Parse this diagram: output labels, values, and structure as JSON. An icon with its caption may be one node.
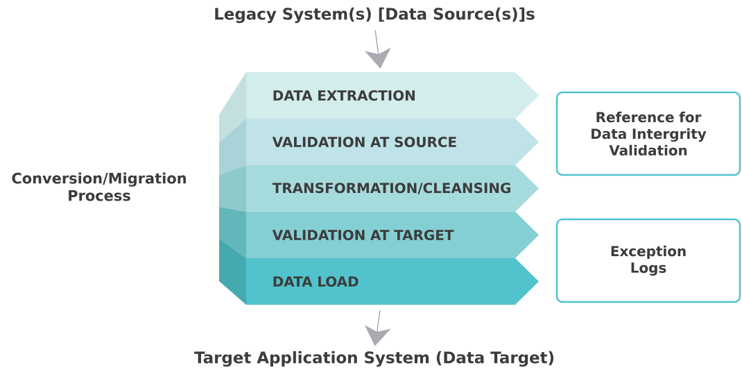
{
  "diagram": {
    "nodes": [
      {
        "text": [
          "Legacy System(s) [Data Source(s)]s"
        ]
      },
      {
        "text": [
          "DATA EXTRACTION"
        ]
      },
      {
        "text": [
          "VALIDATION AT SOURCE"
        ]
      },
      {
        "text": [
          "TRANSFORMATION/CLEANSING"
        ]
      },
      {
        "text": [
          "VALIDATION AT TARGET"
        ]
      },
      {
        "text": [
          "DATA LOAD"
        ]
      },
      {
        "text": [
          "Reference for Data Intergrity Validation"
        ]
      },
      {
        "text": [
          "Exception Logs"
        ]
      },
      {
        "text": [
          "Target Application System (Data Target)"
        ]
      }
    ],
    "edges": [
      {
        "from": 0,
        "to": 1,
        "arrow": "to"
      },
      {
        "from": 5,
        "to": 8,
        "arrow": "to"
      }
    ],
    "labels": [
      "Conversion/Migration Process"
    ]
  }
}
